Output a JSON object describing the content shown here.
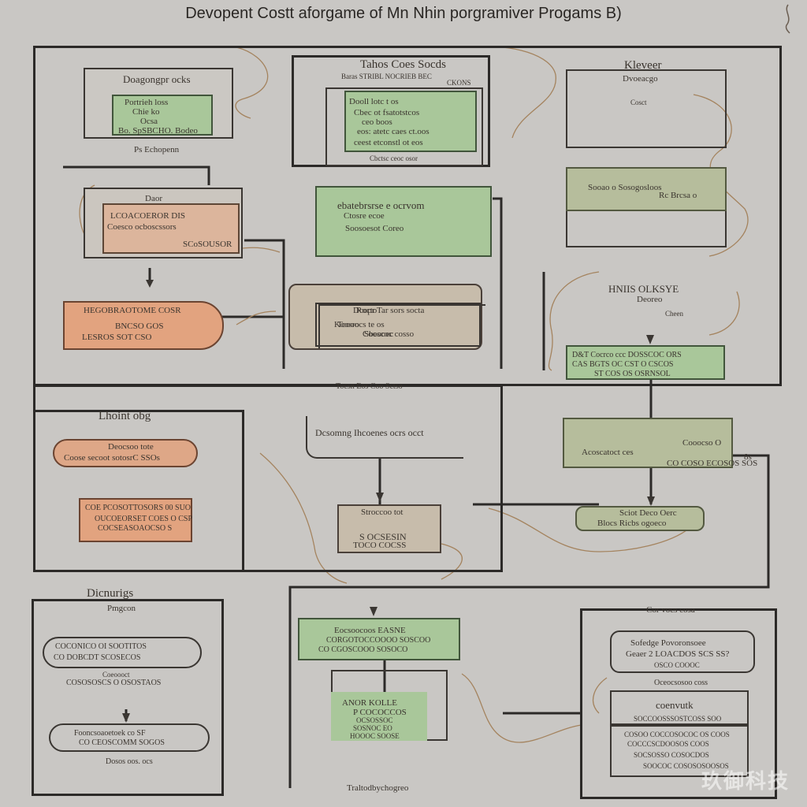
{
  "header": {
    "title": "Devopent Costt aforgame of Mn Nhin porgramiver Progams B)"
  },
  "footer": {
    "label": "Traltodbychogreo"
  },
  "watermark": "玖御科技",
  "panels": {
    "p1": {
      "title": "Doagongpr ocks",
      "lines": [
        "Portrieh loss",
        "Chie ko",
        "Ocsa",
        "Bo. SpSBCHO. Bodeo"
      ],
      "caption": "Ps Echopenn"
    },
    "p2": {
      "title": "Tahos Coes Socds",
      "sub": "Baras STRIBL NOCRIEB BEC",
      "sub2": "CKONS",
      "lines": [
        "Dooll lotc t os",
        "Cbec ot fsatotstcos",
        "ceo boos",
        "eos: atetc caes ct.oos",
        "ceest etconstl ot eos"
      ],
      "caption": "Cbctsc ceoc osor"
    },
    "p3": {
      "title": "Kleveer",
      "sub": "Dvoeacgo",
      "sub2": "Cosct",
      "lines": [
        "Sooao o Sosogosloos",
        "Rc Brcsa o"
      ]
    },
    "p4": {
      "top": "Daor",
      "lines": [
        "LCOACOEROR DIS",
        "Coesco ocboscssors",
        "SCoSOUSOR"
      ]
    },
    "p5": {
      "lines": [
        "ebatebrsrse e ocrvom",
        "Ctosre ecoe",
        "Soosoesot Coreo"
      ]
    },
    "p6": {
      "lines": [
        "Rocto",
        "Kcosro",
        "Sbeooec"
      ]
    },
    "p7": {
      "lines": [
        "HEGOBRAOTOME COSR",
        "BNCSO GOS",
        "LESROS SOT CSO"
      ]
    },
    "p8": {
      "lines": [
        "Dcopr Tar sors socta",
        "Teooocs te os",
        "Cooscoc cosso"
      ]
    },
    "p9": {
      "title": "HNIIS OLKSYE",
      "sub": "Deoreo",
      "sub2": "Cheen"
    },
    "p10": {
      "lines": [
        "D&T Cocrco ccc DOSSCOC ORS",
        "CAS BGTS OC CST O CSCOS",
        "ST COS OS OSRNSOL"
      ]
    },
    "p11": {
      "title": "Lhoint obg",
      "lines": [
        "Deocsoo tote",
        "Coose secoot sotosrC SSOs"
      ]
    },
    "p12": {
      "lines": [
        "COE PCOSOTTOSORS 00 SUO",
        "OUCOEORSET COES O CSP",
        "COCSEASOAOCSO S"
      ]
    },
    "p13": {
      "title": "Dcsomng Ihcoenes ocrs occt",
      "top": "Tocsn Eos Coo Sctso",
      "lines": [
        "Stroccoo tot",
        "S OCSESIN",
        "TOCO COCSS"
      ]
    },
    "p14": {
      "lines": [
        "Cooocso O",
        "Acoscatoct ces",
        "CO COSO ECOSOS SOS"
      ],
      "side": "8s"
    },
    "p15": {
      "lines": [
        "Sciot Deco Oerc",
        "Blocs Ricbs ogoeco"
      ]
    },
    "p16": {
      "title": "Dicnurigs",
      "sub": "Pmgcon",
      "lines": [
        "COCONICO OI SOOTITOS",
        "CO DOBCDT SCOSECOS",
        "Coeoooct",
        "COSOSOSCS O OSOSTAOS"
      ],
      "lines2": [
        "Fooncsoaoetoek co SF",
        "CO CEOSCOMM SOGOS",
        "Dosos oos. ocs"
      ]
    },
    "p17": {
      "lines": [
        "Eocsoocoos EASNE",
        "CORGOTOCCOOOO SOSCOO",
        "CO CGOSCOOO SOSOCO"
      ]
    },
    "p18": {
      "lines": [
        "ANOR KOLLE",
        "P COCOCCOS",
        "OCSOSSOC",
        "SOSNOC EO",
        "HOOOC SOOSE"
      ]
    },
    "p19": {
      "title": "Cor vocs cosa",
      "lines": [
        "Sofedge Povoronsoee",
        "Geaer 2 LOACDOS SCS SS?",
        "OSCO COOOC"
      ],
      "mid": "Oceocsosoo coss",
      "lines2": [
        "coenvutk",
        "SOCCOOSSSOSTCOSS SOO"
      ],
      "lines3": [
        "COSOO COCCOSOCOC OS COOS",
        "COCCCSCDOOSOS COOS",
        "SOCSOSSO COSOCDOS",
        "SOOCOC COSOSOSOOSOS"
      ]
    }
  }
}
